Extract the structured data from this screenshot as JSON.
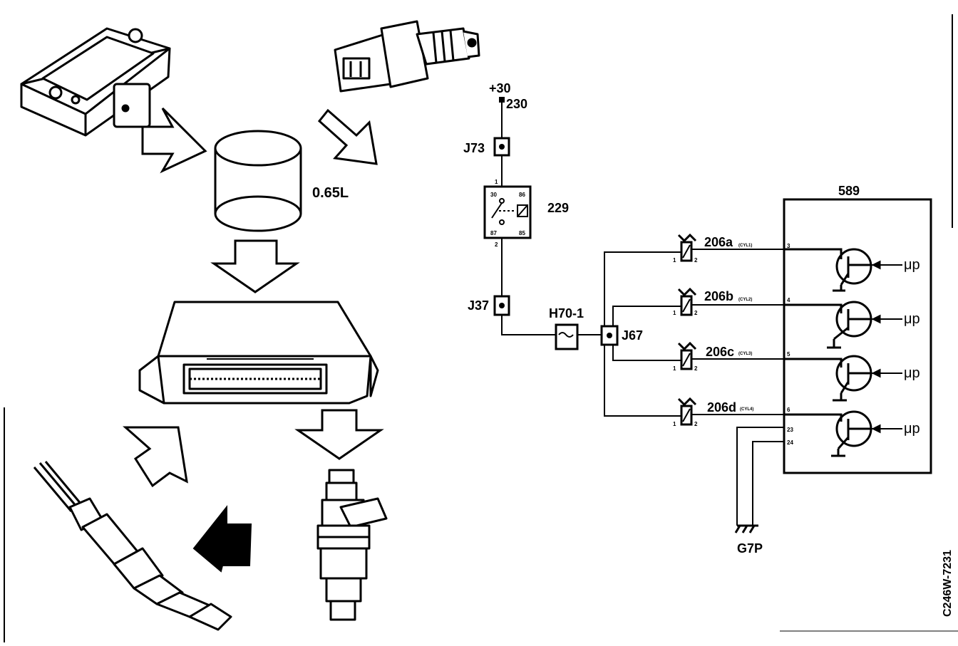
{
  "volume_label": "0.65L",
  "supply": {
    "label": "+30",
    "wire": "230"
  },
  "connectors": {
    "j73": "J73",
    "j37": "J37",
    "j67": "J67"
  },
  "relay": {
    "id": "229",
    "pins": {
      "p30": "30",
      "p86": "86",
      "p87": "87",
      "p85": "85",
      "p1": "1",
      "p2": "2"
    }
  },
  "fuse": {
    "id": "H70-1"
  },
  "ecu": {
    "id": "589",
    "pins": [
      "3",
      "4",
      "5",
      "6",
      "23",
      "24"
    ]
  },
  "injectors": [
    {
      "id": "206a",
      "cyl": "(CYL1)",
      "pin_left": "1",
      "pin_right": "2"
    },
    {
      "id": "206b",
      "cyl": "(CYL2)",
      "pin_left": "1",
      "pin_right": "2"
    },
    {
      "id": "206c",
      "cyl": "(CYL3)",
      "pin_left": "1",
      "pin_right": "2"
    },
    {
      "id": "206d",
      "cyl": "(CYL4)",
      "pin_left": "1",
      "pin_right": "2"
    }
  ],
  "mu_label": "μp",
  "ground": {
    "id": "G7P"
  },
  "figure_ref": "C246W-7231"
}
